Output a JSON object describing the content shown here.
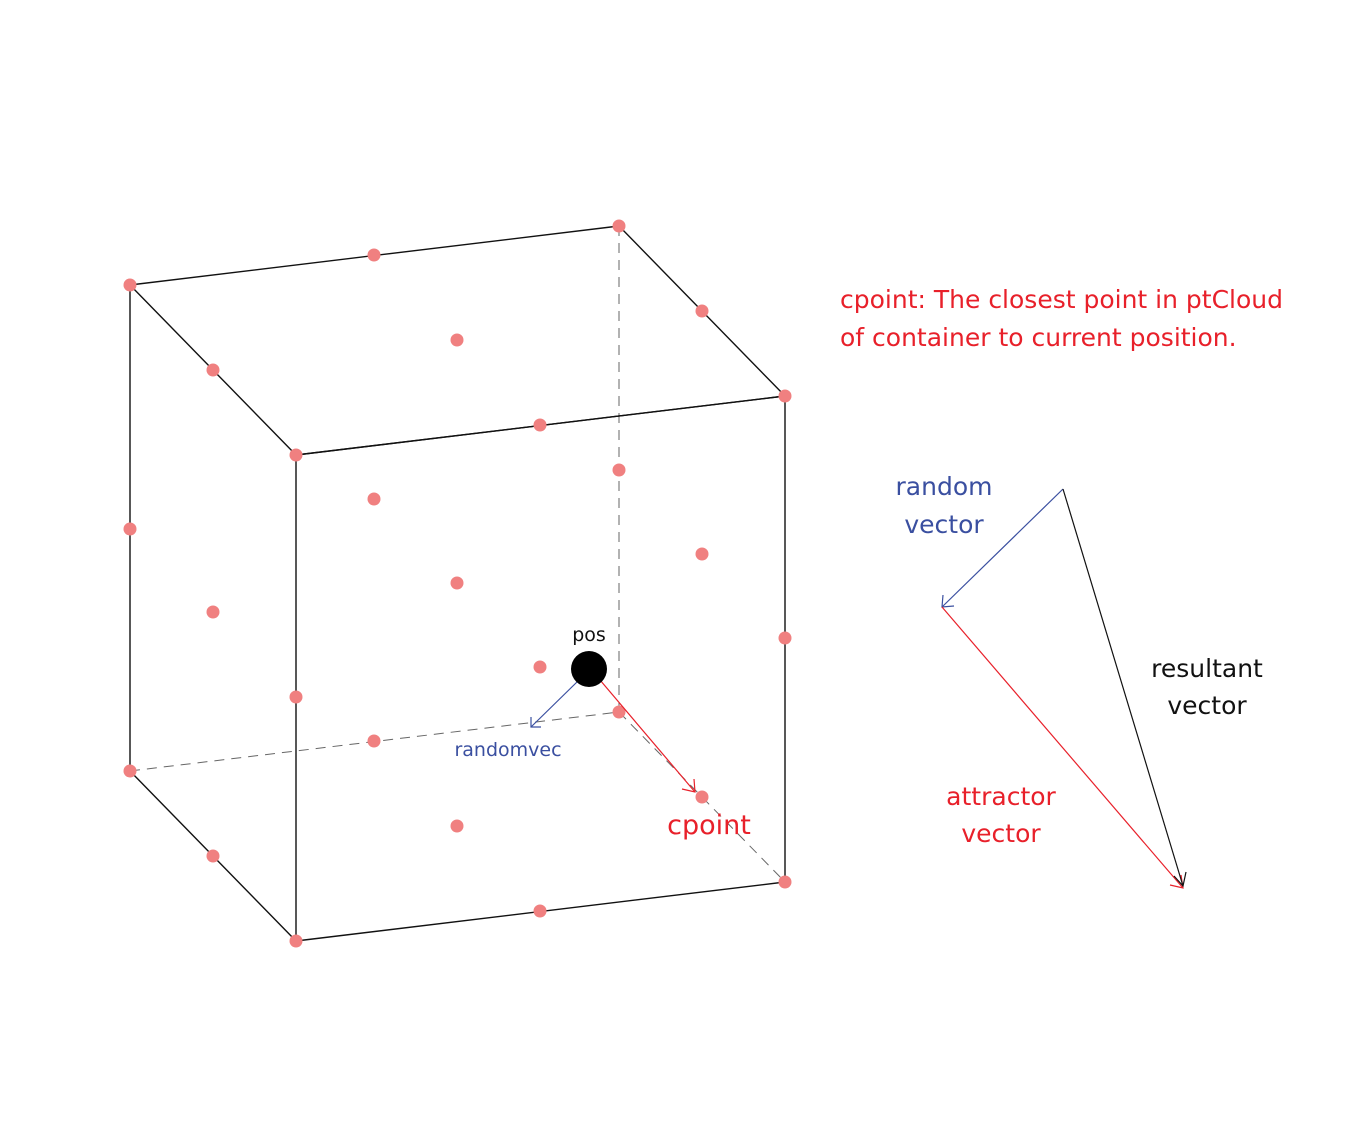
{
  "labels": {
    "pos": "pos",
    "randomvec": "randomvec",
    "cpoint": "cpoint",
    "description_line1": "cpoint: The closest point in ptCloud",
    "description_line2": "of container to current position.",
    "random_vector_line1": "random",
    "random_vector_line2": "vector",
    "resultant_vector_line1": "resultant",
    "resultant_vector_line2": "vector",
    "attractor_vector_line1": "attractor",
    "attractor_vector_line2": "vector"
  },
  "colors": {
    "edge": "#111111",
    "hidden_edge": "#666666",
    "point": "#f08080",
    "pos": "#000000",
    "random": "#3a4fa0",
    "attractor": "#e8202a",
    "resultant": "#111111"
  }
}
